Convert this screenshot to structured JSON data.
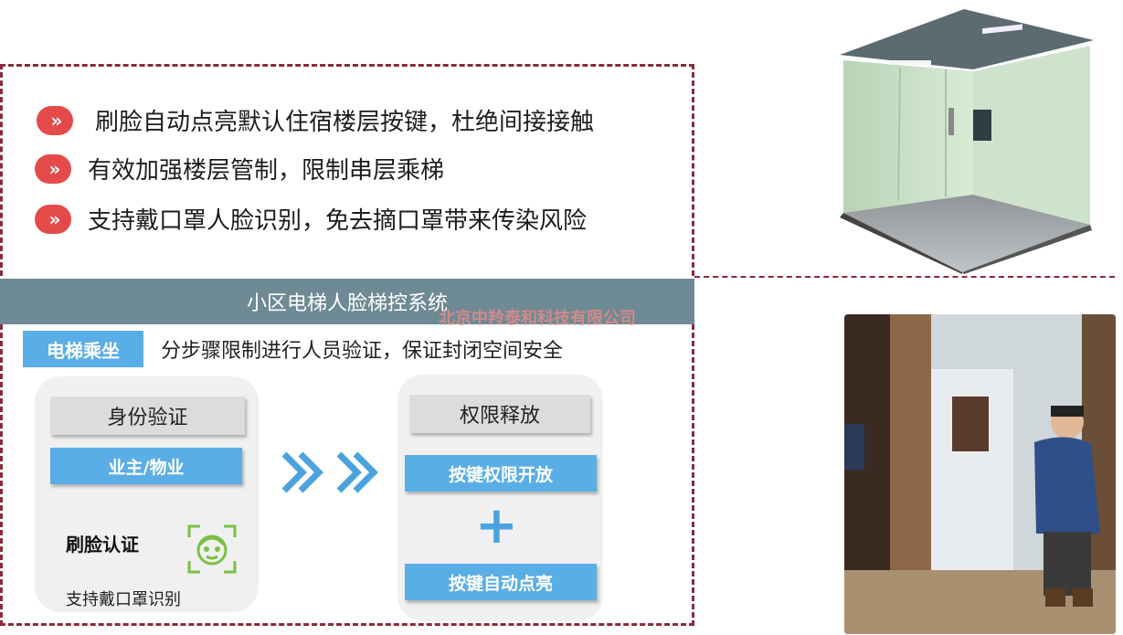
{
  "bullets": [
    {
      "icon": "double-chevron-right-icon",
      "glyph": "»",
      "text": "刷脸自动点亮默认住宿楼层按键，杜绝间接接触"
    },
    {
      "icon": "double-chevron-right-icon",
      "glyph": "»",
      "text": "有效加强楼层管制，限制串层乘梯"
    },
    {
      "icon": "double-chevron-right-icon",
      "glyph": "»",
      "text": "支持戴口罩人脸识别，免去摘口罩带来传染风险"
    }
  ],
  "banner": {
    "title": "小区电梯人脸梯控系统"
  },
  "watermark": "北京中羚泰和科技有限公司",
  "section": {
    "tag": "电梯乘坐",
    "description": "分步骤限制进行人员验证，保证封闭空间安全"
  },
  "left_card": {
    "header": "身份验证",
    "role": "业主/物业",
    "face_auth_label": "刷脸认证",
    "mask_label": "支持戴口罩识别"
  },
  "right_card": {
    "header": "权限释放",
    "step1": "按键权限开放",
    "plus": "+",
    "step2": "按键自动点亮"
  },
  "colors": {
    "accent_red": "#e54a4a",
    "dash_border": "#8b2a3a",
    "blue": "#5aaee6",
    "banner": "#6e8a94",
    "face_icon": "#7bc043"
  }
}
